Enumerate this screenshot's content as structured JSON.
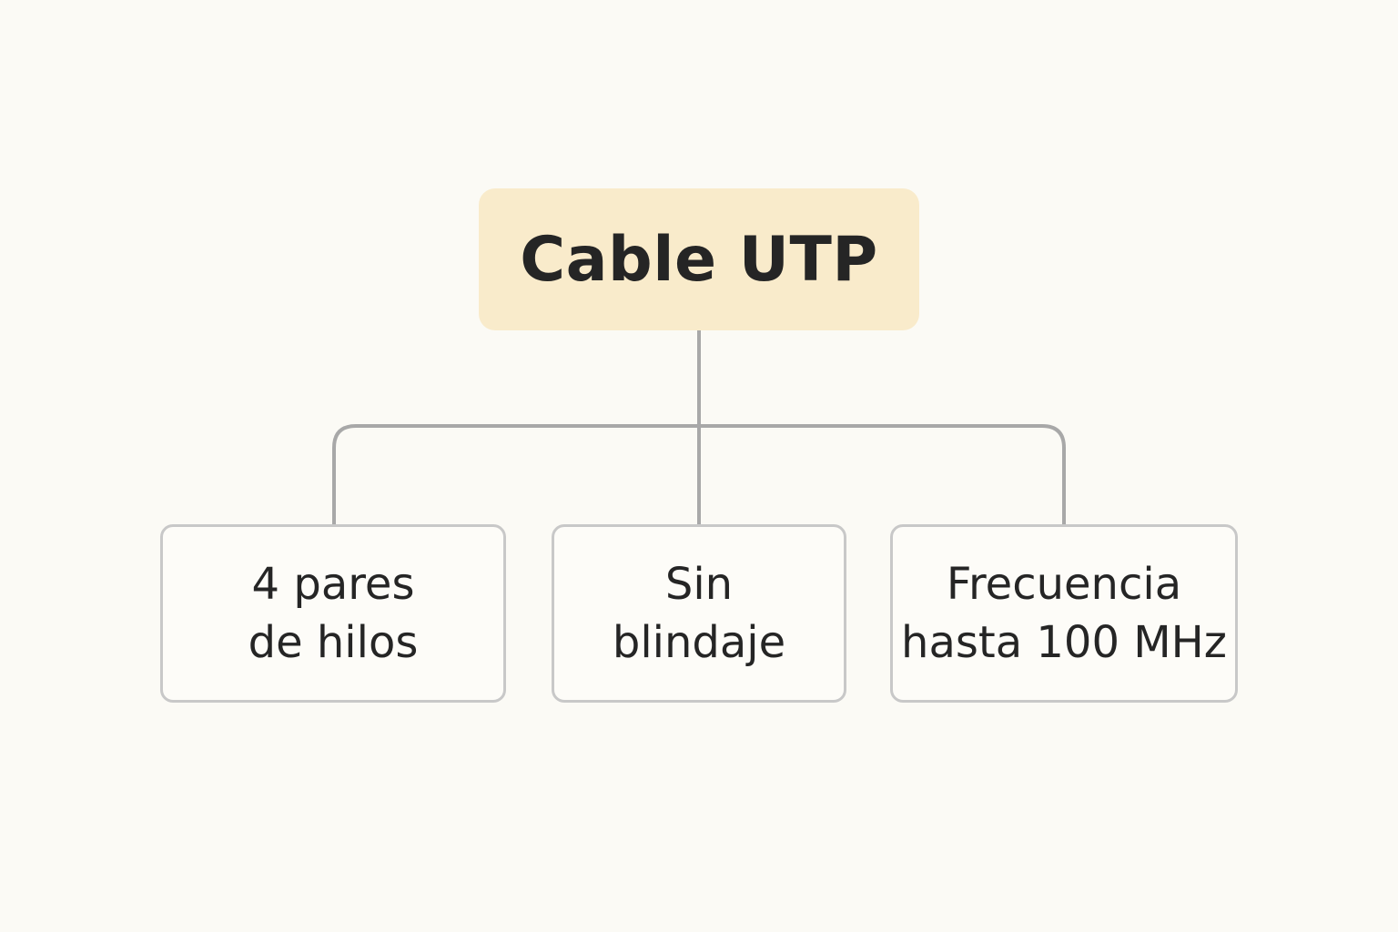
{
  "colors": {
    "background": "#fbfaf5",
    "root_fill": "#f9ebcb",
    "connector": "#a8a8a8",
    "child_border": "#c8c8c8",
    "text": "#252525"
  },
  "root": {
    "label": "Cable UTP"
  },
  "children": [
    {
      "line1": "4 pares",
      "line2": "de hilos"
    },
    {
      "line1": "Sin",
      "line2": "blindaje"
    },
    {
      "line1": "Frecuencia",
      "line2": "hasta 100 MHz"
    }
  ]
}
